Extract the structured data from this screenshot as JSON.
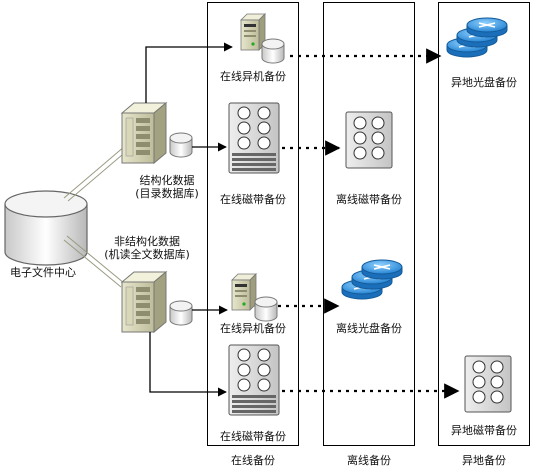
{
  "source_node": "电子文件中心",
  "structured": {
    "line1": "结构化数据",
    "line2": "(目录数据库)"
  },
  "unstructured": {
    "line1": "非结构化数据",
    "line2": "(机读全文数据库)"
  },
  "columns": {
    "online": "在线备份",
    "offline": "离线备份",
    "remote": "异地备份"
  },
  "targets": {
    "online_server_1": "在线异机备份",
    "online_tape_1": "在线磁带备份",
    "offline_tape": "离线磁带备份",
    "remote_optical": "异地光盘备份",
    "online_server_2": "在线异机备份",
    "offline_optical": "离线光盘备份",
    "online_tape_2": "在线磁带备份",
    "remote_tape": "异地磁带备份"
  }
}
